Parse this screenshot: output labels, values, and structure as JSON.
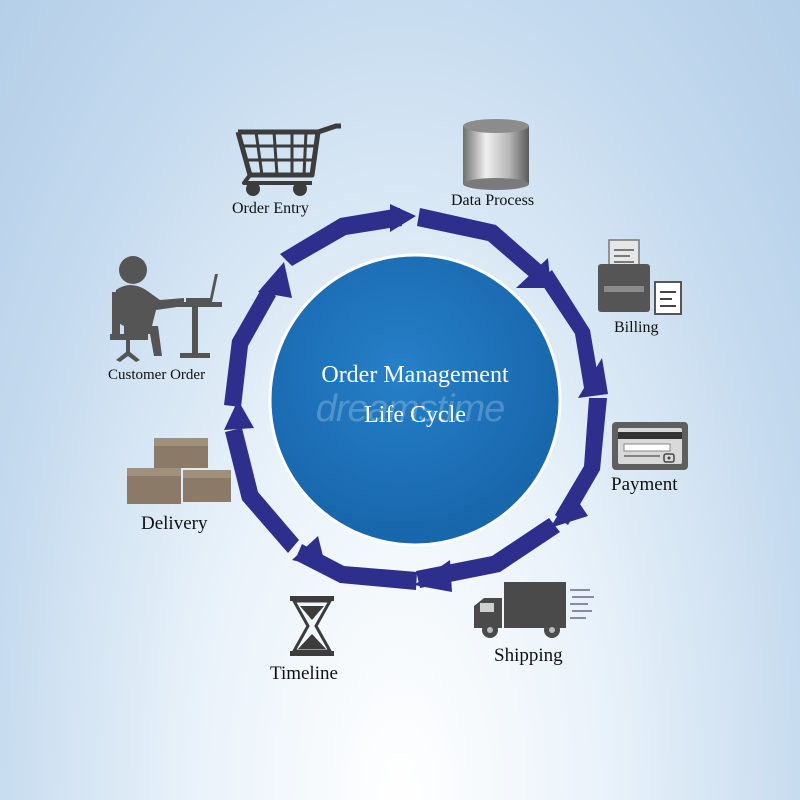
{
  "diagram": {
    "title_line1": "Order Management",
    "title_line2": "Life Cycle",
    "watermark": "dreamstime",
    "steps": [
      {
        "label": "Order Entry",
        "icon": "shopping-cart-icon"
      },
      {
        "label": "Data Process",
        "icon": "database-cylinder-icon"
      },
      {
        "label": "Billing",
        "icon": "fax-printer-icon"
      },
      {
        "label": "Payment",
        "icon": "credit-card-icon"
      },
      {
        "label": "Shipping",
        "icon": "delivery-truck-icon"
      },
      {
        "label": "Timeline",
        "icon": "hourglass-icon"
      },
      {
        "label": "Delivery",
        "icon": "cardboard-boxes-icon"
      },
      {
        "label": "Customer Order",
        "icon": "person-at-laptop-icon"
      }
    ],
    "colors": {
      "circle": "#1a6fb5",
      "arrows": "#2e2f8c",
      "icons": "#3c3c3c",
      "boxes": "#8b7a67"
    }
  }
}
